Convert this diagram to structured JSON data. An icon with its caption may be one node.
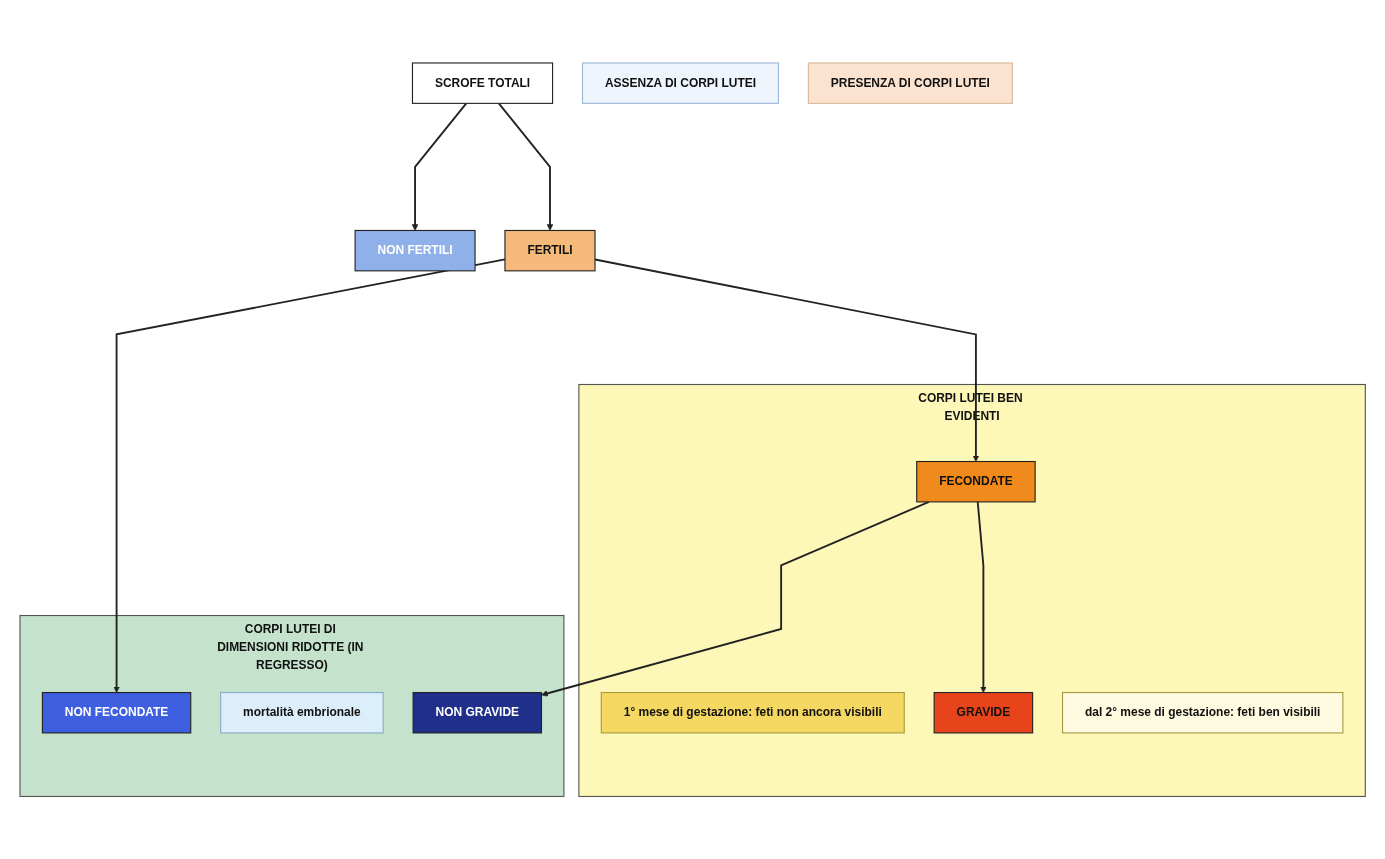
{
  "diagram": {
    "nodes": [
      {
        "text": [
          "SCROFE TOTALI"
        ]
      },
      {
        "text": [
          "ASSENZA DI CORPI LUTEI"
        ]
      },
      {
        "text": [
          "NON FERTILI"
        ]
      },
      {
        "text": [
          "FERTILI"
        ]
      },
      {
        "text": [
          "PRESENZA DI CORPI LUTEI"
        ]
      },
      {
        "text": [
          "CORPI LUTEI DI DIMENSIONI RIDOTTE (IN REGRESSO)"
        ]
      },
      {
        "text": [
          "NON FECONDATE"
        ],
        "in": 5
      },
      {
        "text": [
          "mortalità embrionale"
        ],
        "in": 5
      },
      {
        "text": [
          "NON GRAVIDE"
        ],
        "in": 5
      },
      {
        "text": [
          "CORPI LUTEI BEN EVIDENTI"
        ]
      },
      {
        "text": [
          "FECONDATE"
        ],
        "in": 9
      },
      {
        "text": [
          "1° mese di gestazione: feti non ancora visibili"
        ],
        "in": 9
      },
      {
        "text": [
          "GRAVIDE"
        ],
        "in": 9
      },
      {
        "text": [
          "dal 2° mese di gestazione: feti ben visibili"
        ],
        "in": 9
      }
    ],
    "edges": [
      {
        "from": 0,
        "to": 2,
        "arrow": "to"
      },
      {
        "from": 0,
        "to": 3,
        "arrow": "to"
      },
      {
        "from": 3,
        "to": 6,
        "arrow": "to"
      },
      {
        "from": 3,
        "to": 10,
        "arrow": "to"
      },
      {
        "from": 10,
        "to": 8,
        "arrow": "to"
      },
      {
        "from": 10,
        "to": 12,
        "arrow": "to"
      }
    ]
  }
}
